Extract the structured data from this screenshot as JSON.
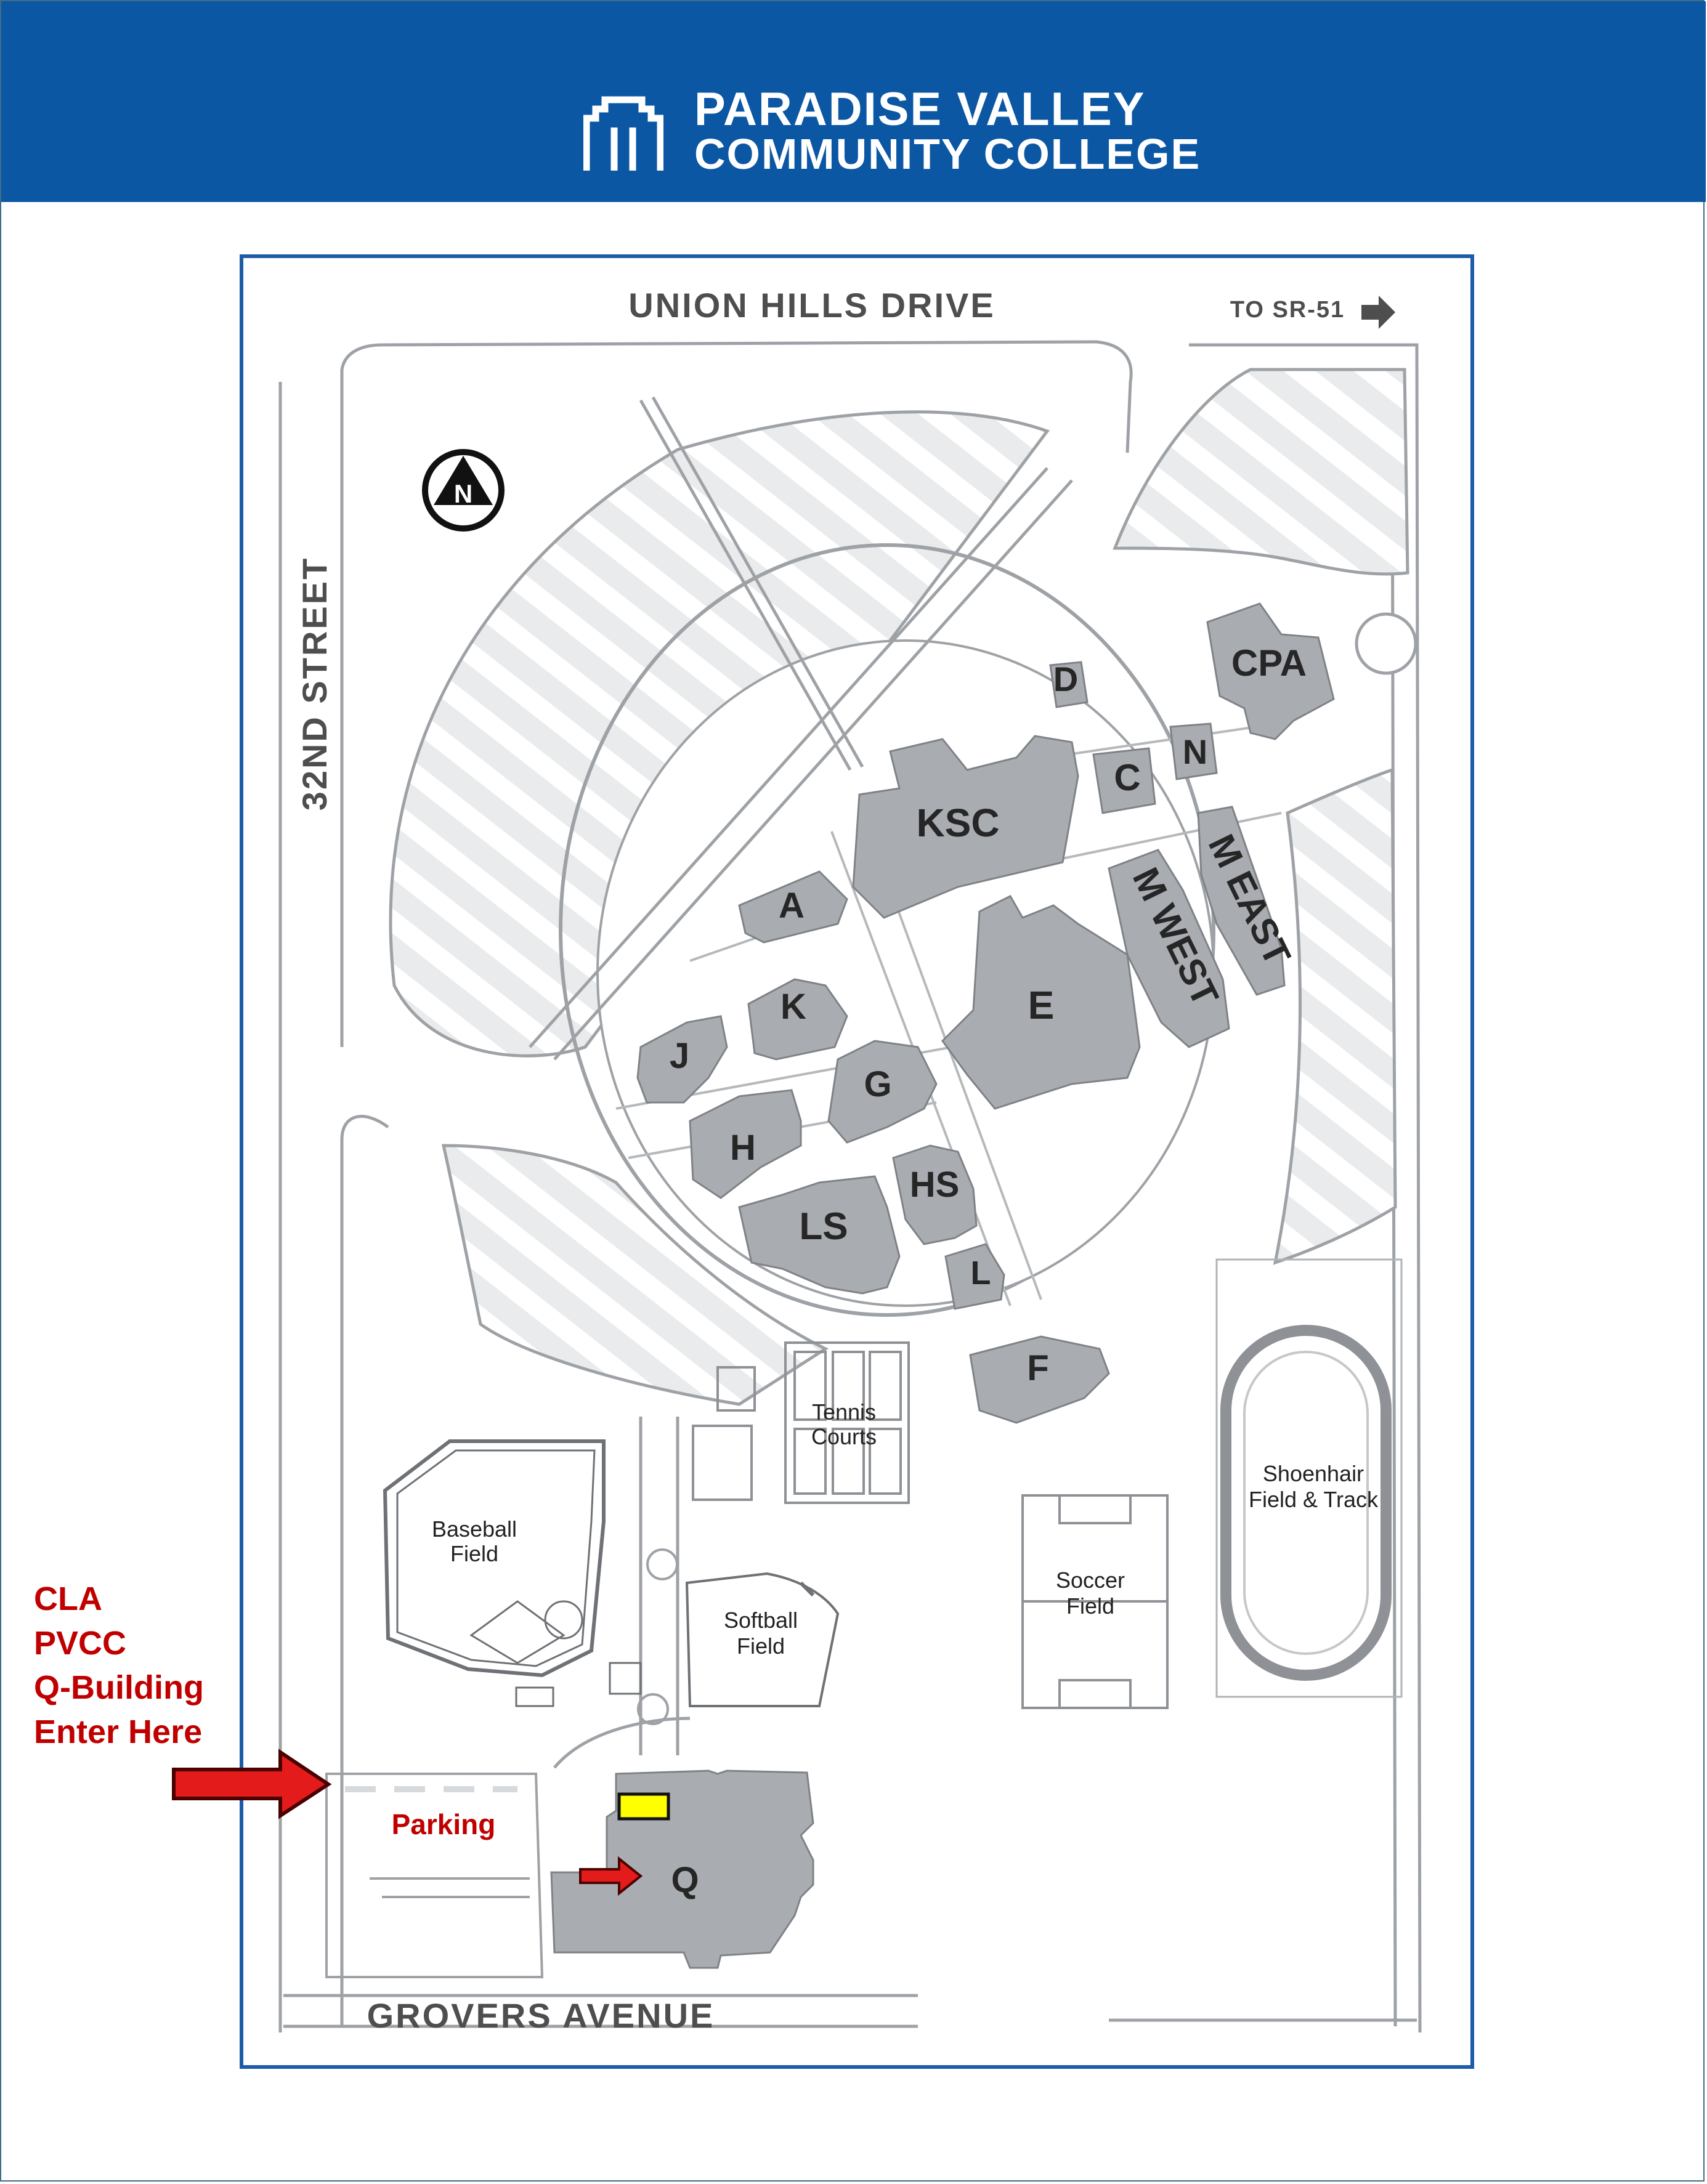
{
  "header": {
    "logo_line1": "PARADISE VALLEY",
    "logo_line2": "COMMUNITY COLLEGE",
    "logo_icon": "building-columns-logo",
    "background_color": "#0b57a4"
  },
  "map": {
    "streets": {
      "north": "UNION HILLS DRIVE",
      "west": "32ND STREET",
      "south": "GROVERS AVENUE",
      "direction": "TO SR-51"
    },
    "north_indicator": "N",
    "buildings": {
      "cpa": "CPA",
      "d": "D",
      "c": "C",
      "n": "N",
      "ksc": "KSC",
      "m_east": "M EAST",
      "m_west": "M WEST",
      "a": "A",
      "e": "E",
      "k": "K",
      "j": "J",
      "g": "G",
      "h": "H",
      "hs": "HS",
      "ls": "LS",
      "l": "L",
      "f": "F",
      "q": "Q"
    },
    "facilities": {
      "tennis": [
        "Tennis",
        "Courts"
      ],
      "baseball": [
        "Baseball",
        "Field"
      ],
      "softball": [
        "Softball",
        "Field"
      ],
      "soccer": [
        "Soccer",
        "Field"
      ],
      "track": [
        "Shoenhair",
        "Field & Track"
      ]
    },
    "parking_label": "Parking",
    "colors": {
      "building": "#a9acb1",
      "road_outline": "#9ea2a6",
      "parking_stripes": "#eceeef",
      "frame": "#1e5ca8",
      "callout": "#c00000",
      "highlight": "#ffff00"
    }
  },
  "callout": {
    "lines": [
      "CLA",
      "PVCC",
      "Q-Building",
      "Enter Here"
    ]
  }
}
